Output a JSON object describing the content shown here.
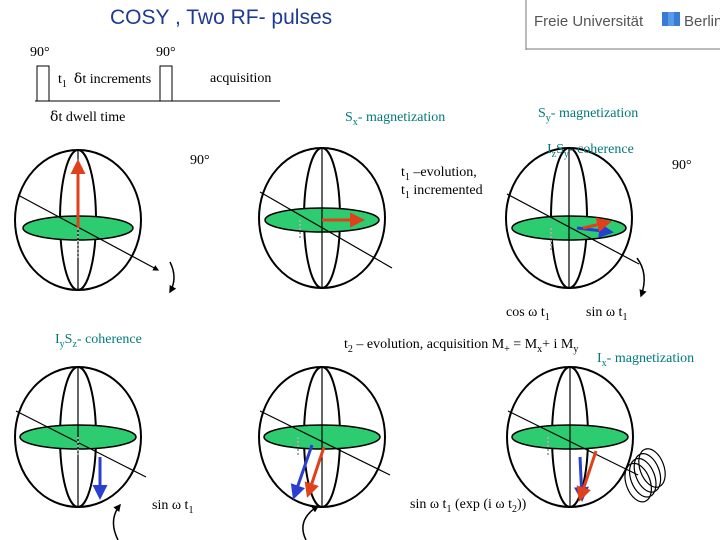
{
  "header": {
    "title": "COSY , Two RF- pulses",
    "logo_text_left": "Freie Universität",
    "logo_text_right": "Berlin"
  },
  "pulse_sequence": {
    "pulse1_label": "90°",
    "pulse2_label": "90°",
    "t1_label": "t",
    "t1_sub": "1",
    "increment_symbol": "δ",
    "increment_label": "t increments",
    "acquisition_label": "acquisition",
    "dwell_symbol": "δ",
    "dwell_label": "t dwell time"
  },
  "sphere_labels": {
    "sx_magnetization": "S",
    "sx_sub": "x",
    "sx_suffix": "- magnetization",
    "sy_magnetization": "S",
    "sy_sub": "y",
    "sy_suffix": "- magnetization",
    "izsy_I": "I",
    "izsy_Isub": "z",
    "izsy_S": "S",
    "izsy_Ssub": "y",
    "izsy_suffix": "- coherence",
    "pulse_90_left": "90°",
    "pulse_90_right": "90°",
    "t1_evolution_line1": "t",
    "t1_evolution_sub1": "1",
    "t1_evolution_suffix1": " –evolution,",
    "t1_evolution_line2": "t",
    "t1_evolution_sub2": "1",
    "t1_evolution_suffix2": " incremented",
    "cos_label": "cos ω t",
    "cos_sub": "1",
    "sin_label": "sin ω t",
    "sin_sub": "1",
    "iysz_I": "I",
    "iysz_Isub": "y",
    "iysz_S": "S",
    "iysz_Ssub": "z",
    "iysz_suffix": "- coherence",
    "t2_evolution_t": "t",
    "t2_evolution_sub": "2",
    "t2_evolution_text": " – evolution, acquisition M",
    "t2_m_plus": "+",
    "t2_eq": " = M",
    "t2_mx": "x",
    "t2_plus_i": "+ i M",
    "t2_my": "y",
    "ix_I": "I",
    "ix_sub": "x",
    "ix_suffix": "- magnetization",
    "bottom_sin_left": "sin ω t",
    "bottom_sin_left_sub": "1",
    "bottom_sin_mid": "sin ω t",
    "bottom_sin_mid_sub": "1",
    "bottom_sin_mid_rest": " (exp (i ω t",
    "bottom_sin_mid_sub2": "2",
    "bottom_sin_mid_end": "))"
  },
  "colors": {
    "title": "#1f3a93",
    "label_teal": "#007a7a",
    "equator_fill": "#2ecc71",
    "vector_red": "#e0401a",
    "vector_blue": "#2a3fcf",
    "sphere_stroke": "#000000"
  }
}
